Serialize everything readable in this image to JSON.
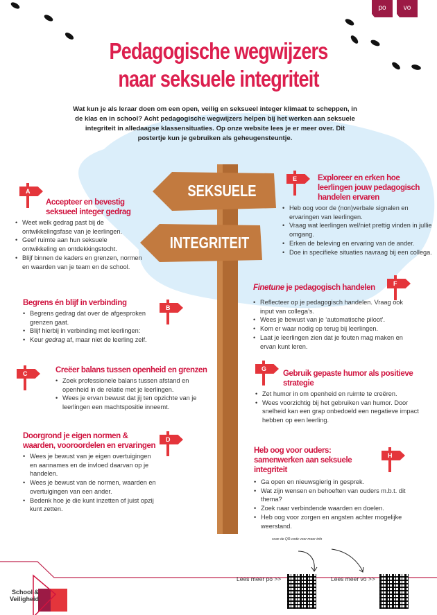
{
  "tabs": [
    {
      "label": "po"
    },
    {
      "label": "vo"
    }
  ],
  "title": {
    "line1": "Pedagogische wegwijzers",
    "line2": "naar seksuele integriteit"
  },
  "intro": "Wat kun je als leraar doen om een open, veilig en seksueel integer klimaat te scheppen, in de klas en in school? Acht pedagogische wegwijzers helpen bij het werken aan seksuele integriteit in alledaagse klassensituaties. Op onze website lees je er meer over. Dit postertje kun je gebruiken als geheugensteuntje.",
  "signpost": {
    "top": "SEKSUELE",
    "bottom": "INTEGRITEIT"
  },
  "sections": [
    {
      "letter": "A",
      "title": "Accepteer en bevestig seksueel integer gedrag",
      "items": [
        "Weet welk gedrag past bij de ontwikkelingsfase van je leerlingen.",
        "Geef ruimte aan hun seksuele ontwikkeling en ontdekkingstocht.",
        "Blijf binnen de kaders en grenzen, normen en waarden van je team en de school."
      ]
    },
    {
      "letter": "B",
      "title": "Begrens én blijf in verbinding",
      "items": [
        "Begrens gedrag dat over de afgesproken grenzen gaat.",
        "Blijf hierbij in verbinding met leerlingen:",
        "Keur gedrag af, maar niet de leerling zelf."
      ]
    },
    {
      "letter": "C",
      "title": "Creëer balans tussen openheid en grenzen",
      "items": [
        "Zoek professionele balans tussen afstand en openheid in de relatie met je leerlingen.",
        "Wees je ervan bewust dat jij ten opzichte van je leerlingen een machtspositie inneemt."
      ]
    },
    {
      "letter": "D",
      "title": "Doorgrond je eigen normen & waarden, vooroordelen en ervaringen",
      "items": [
        "Wees je bewust van je eigen overtuigingen en aannames en de invloed daarvan op je handelen.",
        "Wees je bewust van de normen, waarden en overtuigingen van een ander.",
        "Bedenk hoe je die kunt inzetten of juist opzij kunt zetten."
      ]
    },
    {
      "letter": "E",
      "title": "Exploreer en erken hoe leerlingen jouw pedagogisch handelen ervaren",
      "items": [
        "Heb oog voor de (non)verbale signalen en ervaringen van leerlingen.",
        "Vraag wat leerlingen wel/niet prettig vinden in jullie omgang.",
        "Erken de beleving en ervaring van de ander.",
        "Doe in specifieke situaties navraag bij een collega."
      ]
    },
    {
      "letter": "F",
      "title_em": "Finetune",
      "title": " je pedagogisch handelen",
      "items": [
        "Reflecteer op je pedagogisch handelen. Vraag ook input van collega’s.",
        "Wees je bewust van je ‘automatische piloot’.",
        "Kom er waar nodig op terug bij leerlingen.",
        "Laat je leerlingen zien dat je fouten mag maken en ervan kunt leren."
      ]
    },
    {
      "letter": "G",
      "title": "Gebruik gepaste humor als positieve strategie",
      "items": [
        "Zet humor in om openheid en ruimte te creëren.",
        "Wees voorzichtig bij het gebruiken van humor. Door snelheid kan een grap onbedoeld een negatieve impact hebben op een leerling."
      ]
    },
    {
      "letter": "H",
      "title": "Heb oog voor ouders: samenwerken aan seksuele integriteit",
      "items": [
        "Ga open en nieuwsgierig in gesprek.",
        "Wat zijn wensen en behoeften van ouders m.b.t. dit thema?",
        "Zoek naar verbindende waarden en doelen.",
        "Heb oog voor zorgen en angsten achter mogelijke weerstand."
      ]
    }
  ],
  "footer": {
    "scan_hint": "scan de QR-code voor meer info",
    "link_po": "Lees meer po >>",
    "link_vo": "Lees meer vo >>",
    "logo_text": "School & Veiligheid",
    "colors": {
      "accent": "#d0143f",
      "tab": "#9c1a45",
      "sign": "#e4353b",
      "blob": "#dbeefa"
    }
  }
}
